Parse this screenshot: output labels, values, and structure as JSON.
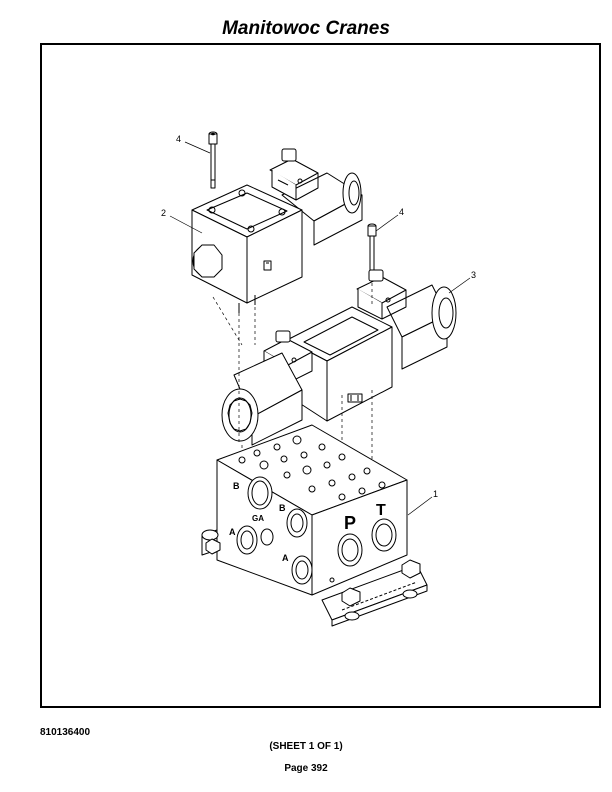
{
  "header": {
    "title": "Manitowoc Cranes"
  },
  "drawing": {
    "callouts": [
      "1",
      "2",
      "3",
      "4",
      "4"
    ],
    "port_labels": {
      "b_left": "B",
      "ga": "GA",
      "b_center": "B",
      "a_left": "A",
      "a_center": "A",
      "p": "P",
      "t": "T"
    }
  },
  "footer": {
    "doc_number": "810136400",
    "sheet": "(SHEET 1 OF 1)",
    "page": "Page 392"
  }
}
